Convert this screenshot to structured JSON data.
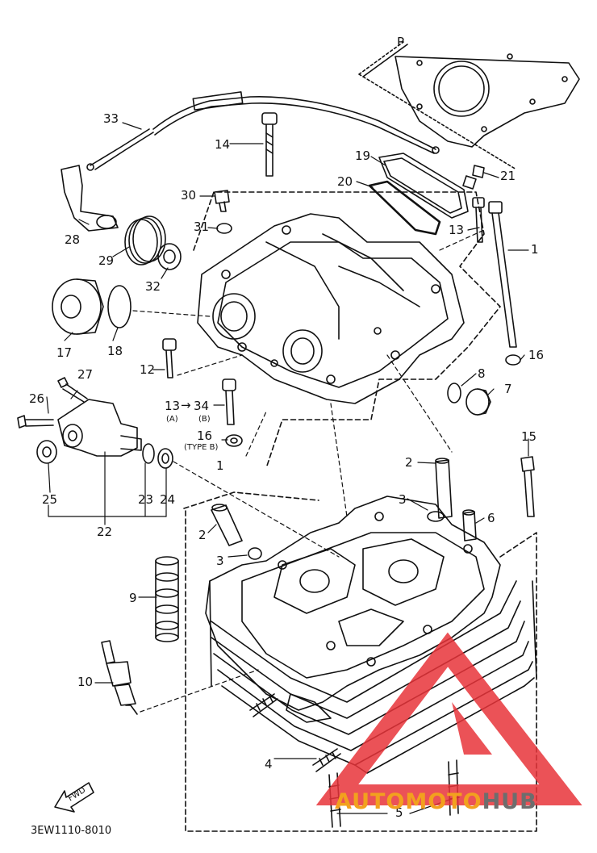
{
  "diagram": {
    "reference_code": "3EW1110-8010",
    "gasket_label": "P",
    "fwd_label": "FWD",
    "labels": {
      "l1_top": "1",
      "l1_bottom": "1",
      "l2_a": "2",
      "l2_b": "2",
      "l3_a": "3",
      "l3_b": "3",
      "l4": "4",
      "l5": "5",
      "l6": "6",
      "l7": "7",
      "l8": "8",
      "l9": "9",
      "l10": "10",
      "l12": "12",
      "l13_a": "13",
      "l13_b": "13",
      "l14": "14",
      "l15": "15",
      "l16_a": "16",
      "l16_b": "16",
      "l17": "17",
      "l18": "18",
      "l19": "19",
      "l20": "20",
      "l21": "21",
      "l22": "22",
      "l23": "23",
      "l24": "24",
      "l25": "25",
      "l26": "26",
      "l27": "27",
      "l28": "28",
      "l29": "29",
      "l30": "30",
      "l31": "31",
      "l32": "32",
      "l33": "33",
      "l34": "34"
    },
    "notes": {
      "arrow_13_34": "→",
      "type_a": "(A)",
      "type_b": "(B)",
      "type_b_16": "(TYPE B)"
    }
  },
  "watermark": {
    "part1": "AUTOMOTO",
    "part2": "HUB",
    "colors": {
      "red": "#e8343a",
      "orange": "#f2a11e",
      "gray": "#6d6d6d"
    }
  }
}
